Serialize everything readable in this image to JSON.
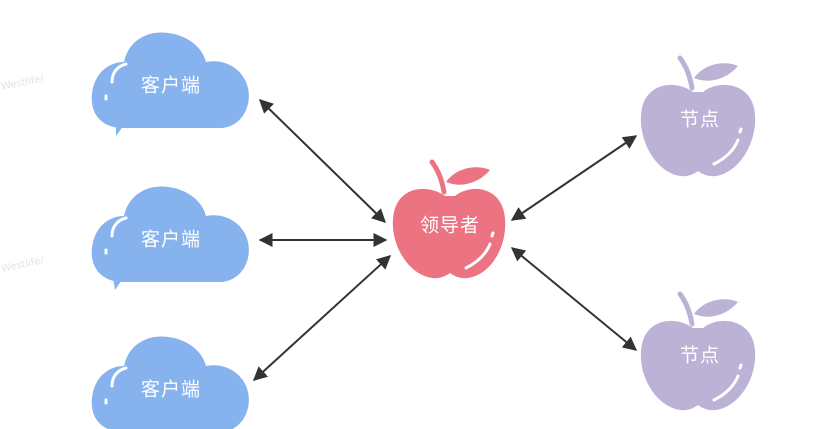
{
  "watermark": "Westlife/",
  "clients": [
    {
      "label": "客户端"
    },
    {
      "label": "客户端"
    },
    {
      "label": "客户端"
    }
  ],
  "leader": {
    "label": "领导者"
  },
  "nodes": [
    {
      "label": "节点"
    },
    {
      "label": "节点"
    }
  ],
  "colors": {
    "client": "#86b3ed",
    "leader": "#ec7482",
    "node": "#bcb2d6",
    "arrow": "#333333"
  }
}
